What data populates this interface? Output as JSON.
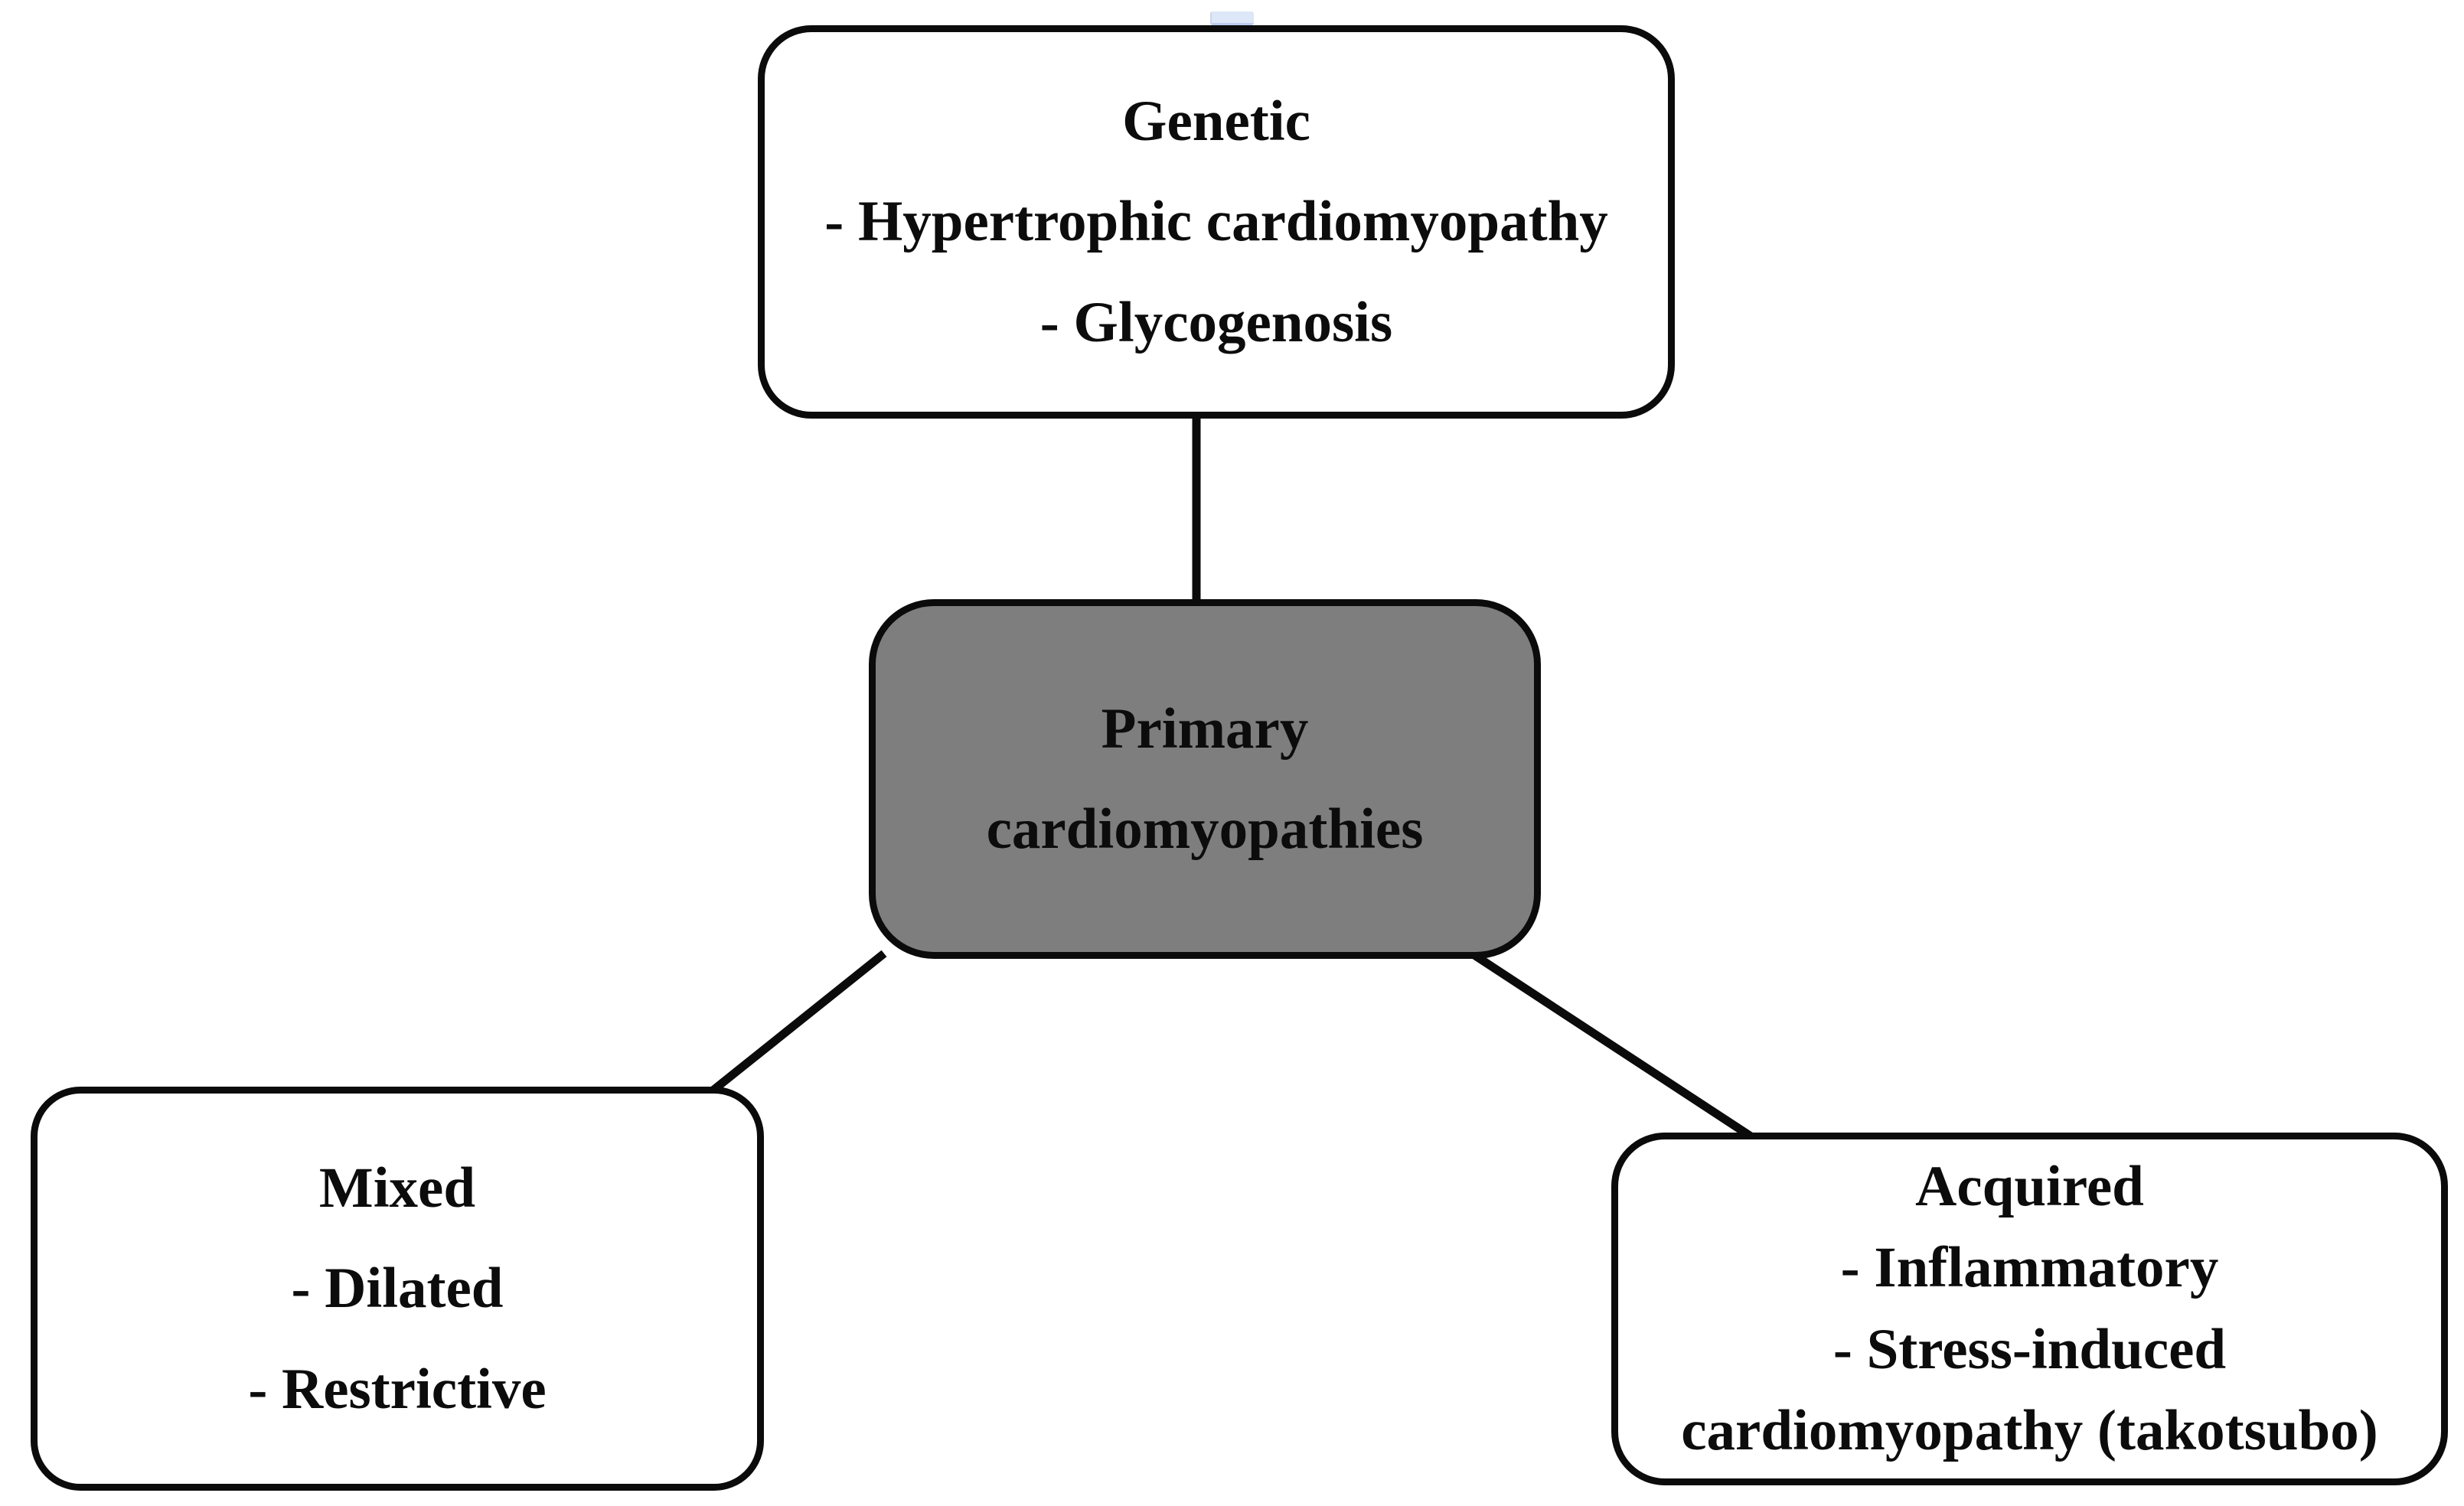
{
  "diagram": {
    "nodes": {
      "genetic": {
        "title": "Genetic",
        "items": [
          "- Hypertrophic cardiomyopathy",
          "- Glycogenosis"
        ]
      },
      "primary": {
        "label": "Primary cardiomyopathies"
      },
      "mixed": {
        "title": "Mixed",
        "items": [
          "- Dilated",
          "- Restrictive"
        ]
      },
      "acquired": {
        "title": "Acquired",
        "items": [
          "- Inflammatory",
          "- Stress-induced cardiomyopathy (takotsubo)"
        ]
      }
    },
    "edges": [
      {
        "from": "genetic",
        "to": "primary"
      },
      {
        "from": "primary",
        "to": "mixed"
      },
      {
        "from": "primary",
        "to": "acquired"
      }
    ],
    "colors": {
      "background": "#ffffff",
      "box_border": "#0b0b0b",
      "box_fill": "#ffffff",
      "center_fill": "#7e7e7e",
      "text": "#0c0c0c",
      "line": "#0b0b0b",
      "artifact_fill": "#dde7f8"
    }
  }
}
